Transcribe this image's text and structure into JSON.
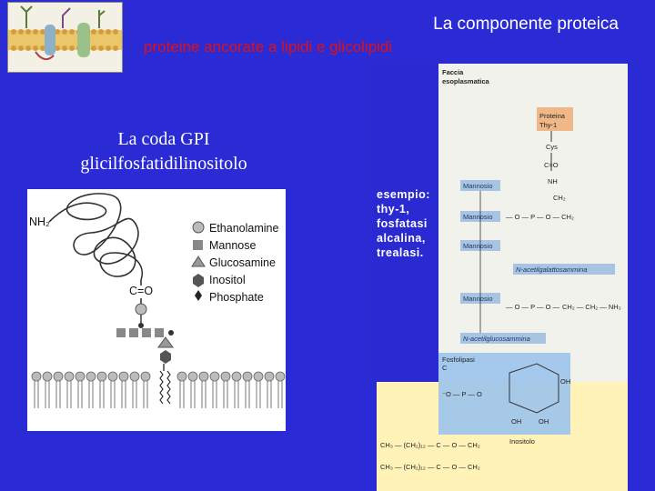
{
  "title": {
    "line1": "La componente proteica",
    "line2": "proteine ancorate a lipidi e glicolipidi"
  },
  "subtitle": {
    "line1": "La coda GPI",
    "line2": "glicilfosfatidilinositolo"
  },
  "gpi_figure": {
    "nh2_label": "NH₂",
    "co_label": "C=O",
    "legend": [
      "Ethanolamine",
      "Mannose",
      "Glucosamine",
      "Inositol",
      "Phosphate"
    ]
  },
  "example": {
    "lines": [
      "esempio:",
      "thy-1,",
      "fosfatasi",
      "alcalina,",
      "trealasi."
    ]
  },
  "structure_figure": {
    "face_label_1": "Faccia",
    "face_label_2": "esoplasmatica",
    "protein_label_1": "Proteina",
    "protein_label_2": "Thy-1",
    "cys": "Cys",
    "nh": "NH",
    "co": "C=O",
    "ch2": "CH₂",
    "mannose": "Mannosio",
    "acetylgalactosamine": "N-acetilgalattosammina",
    "acetylglucosamine": "N-acetilglucosammina",
    "phospholipase_1": "Fosfolipasi",
    "phospholipase_2": "C",
    "ethanolamine_chain": "CH₂ — CH₂ — NH₃",
    "inositol": "Inositolo",
    "oh": "OH",
    "fatty_chain_1": "CH₃ — (CH₂)₁₂ — C — O — CH₂",
    "fatty_chain_2": "CH₃ — (CH₂)₁₂ — C — O — CH₂"
  },
  "colors": {
    "background": "#2b2bd6",
    "title_red": "#e11010",
    "label_box": "#a8c4e0",
    "protein_box": "#f0b888",
    "lipid_area": "#fff3b8"
  }
}
